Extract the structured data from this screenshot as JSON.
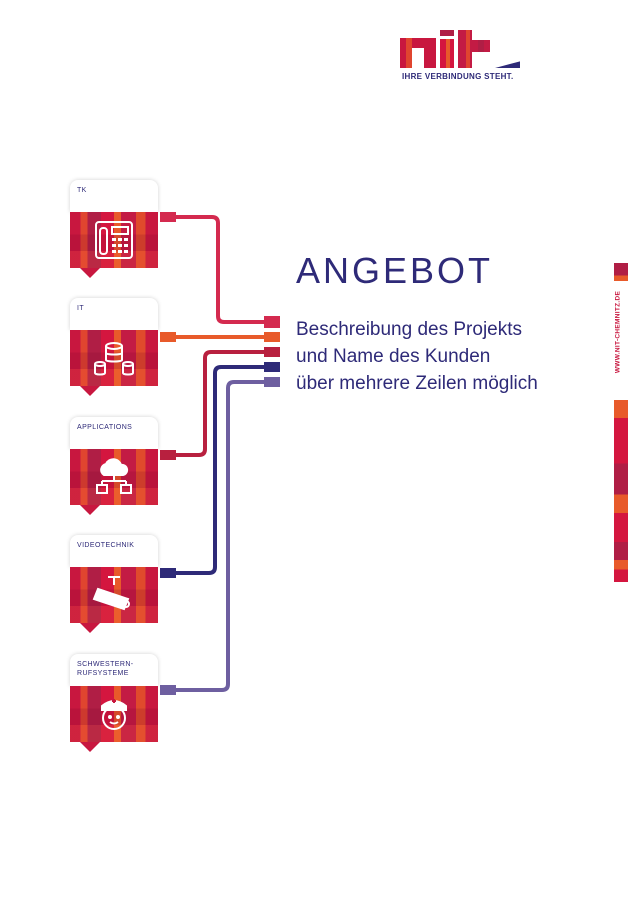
{
  "logo": {
    "wordmark": "nit",
    "tagline": "IHRE VERBINDUNG STEHT."
  },
  "cards": [
    {
      "label": "TK",
      "icon": "telephone-icon"
    },
    {
      "label": "IT",
      "icon": "database-network-icon"
    },
    {
      "label": "APPLICATIONS",
      "icon": "cloud-network-icon"
    },
    {
      "label": "VIDEOTECHNIK",
      "icon": "security-camera-icon"
    },
    {
      "label": "SCHWESTERN-\nRUFSYSTEME",
      "icon": "nurse-icon"
    }
  ],
  "cable_colors": [
    "#d42a4f",
    "#e85a2a",
    "#b8203f",
    "#2e2a78",
    "#6e5fa0"
  ],
  "title": "ANGEBOT",
  "subtitle": [
    "Beschreibung des Projekts",
    "und Name des Kunden",
    "über mehrere Zeilen möglich"
  ],
  "side_url": "WWW.NIT-CHEMNITZ.DE",
  "colors": {
    "brand_blue": "#2e2a78",
    "brand_red": "#c8173f",
    "brand_orange": "#e85a2a"
  }
}
